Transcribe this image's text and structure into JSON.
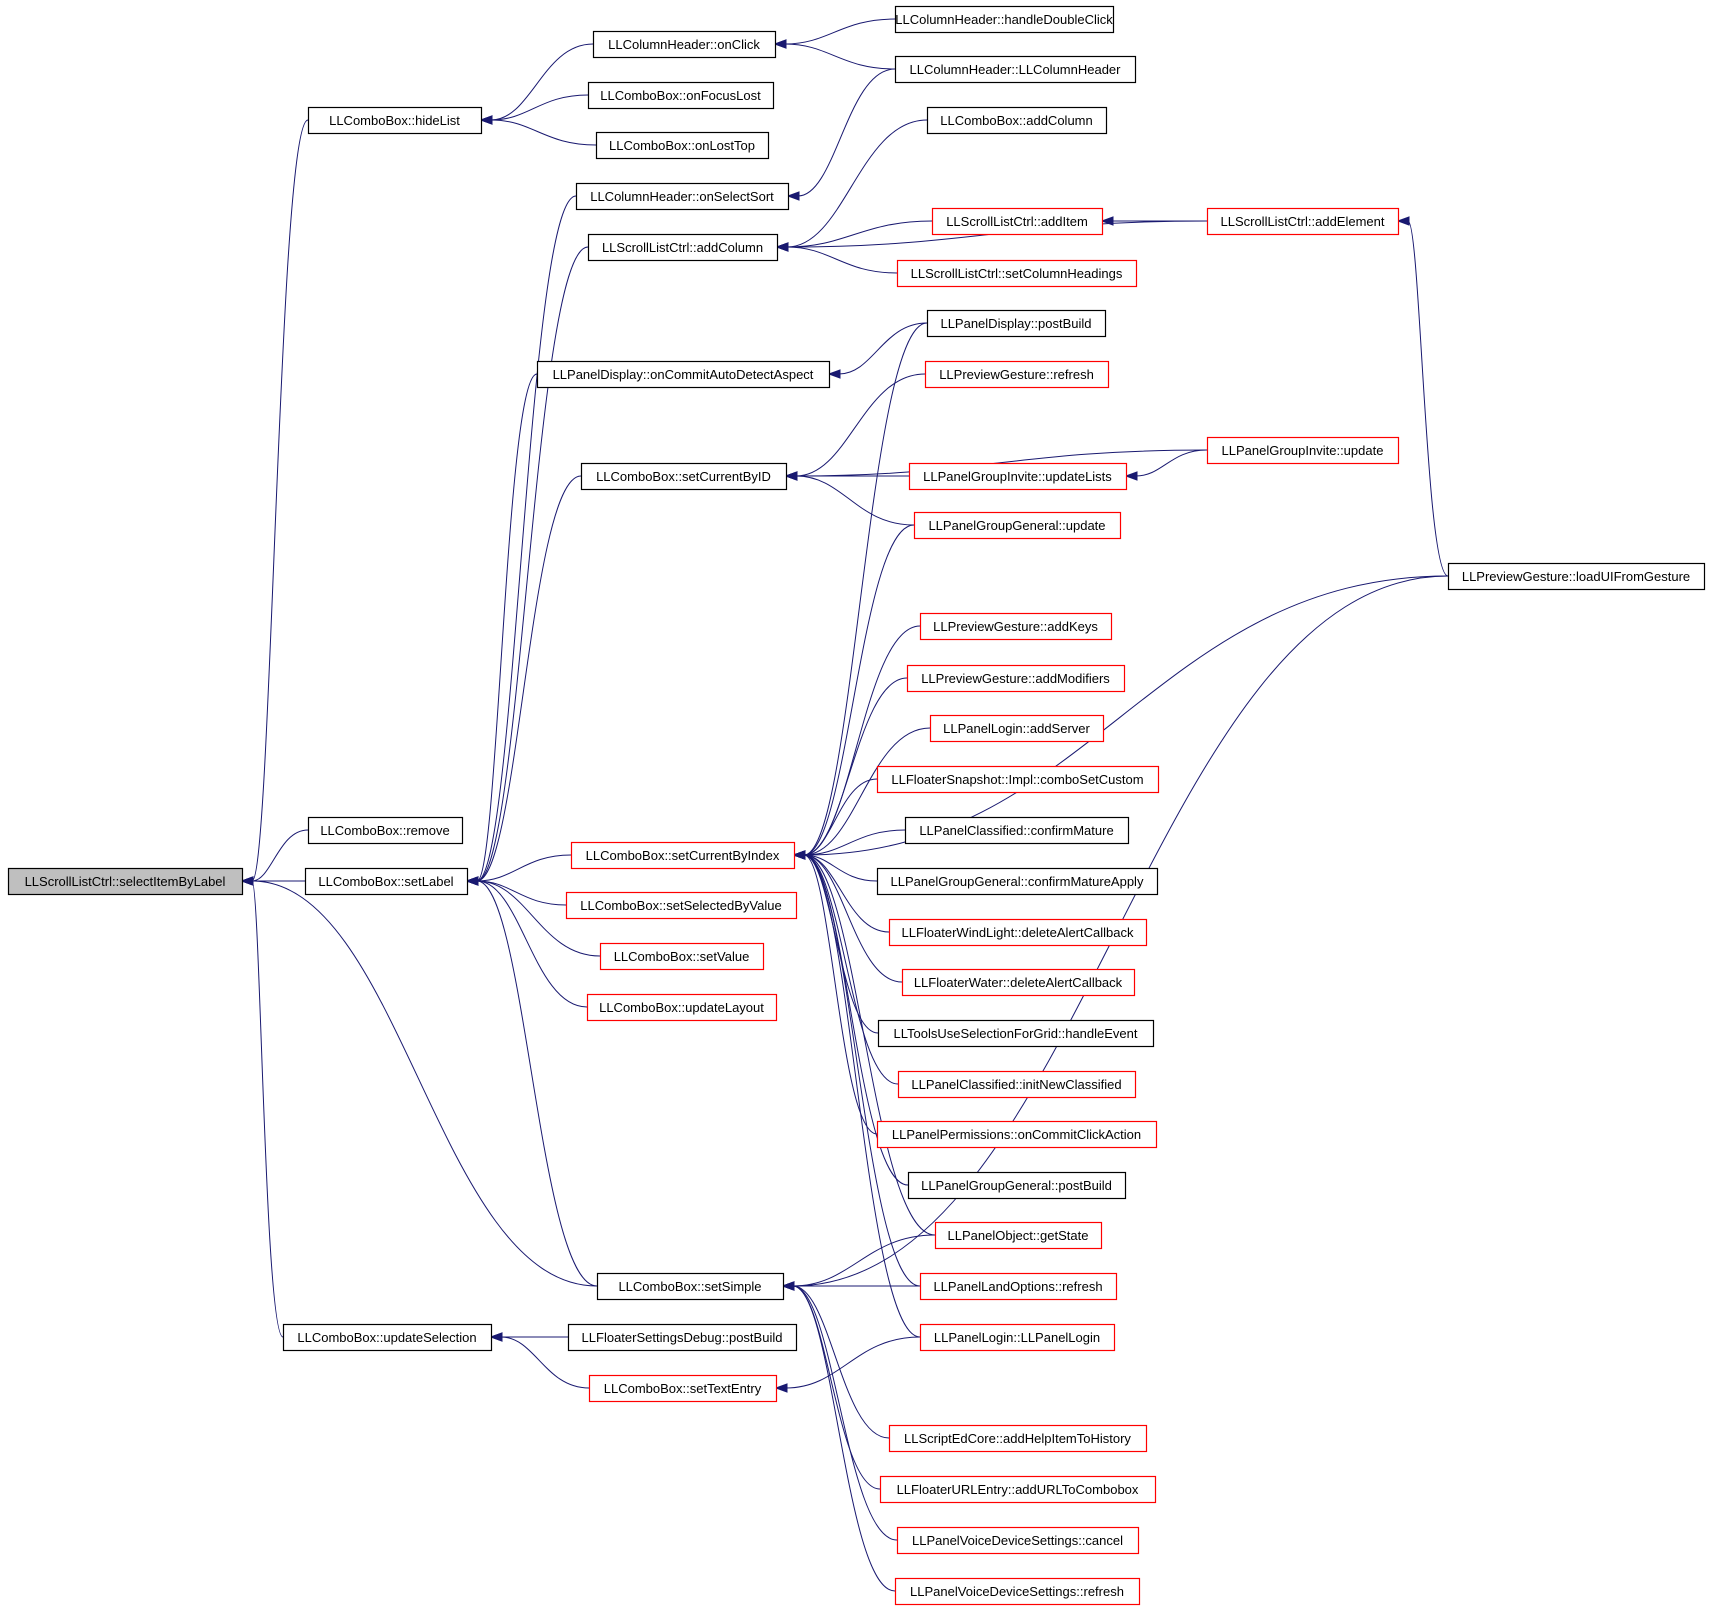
{
  "diagram": {
    "colors": {
      "focus_fill": "#bfbfbf",
      "normal_border": "#000000",
      "truncated_border": "#ff0000",
      "edge": "#191970"
    },
    "nodes": [
      {
        "id": "n0",
        "label": "LLScrollListCtrl::selectItemByLabel",
        "style": "focus"
      },
      {
        "id": "n1",
        "label": "LLComboBox::hideList",
        "style": "normal"
      },
      {
        "id": "n2",
        "label": "LLColumnHeader::onClick",
        "style": "normal"
      },
      {
        "id": "n3",
        "label": "LLColumnHeader::handleDoubleClick",
        "style": "normal"
      },
      {
        "id": "n4",
        "label": "LLColumnHeader::LLColumnHeader",
        "style": "normal"
      },
      {
        "id": "n5",
        "label": "LLComboBox::onFocusLost",
        "style": "normal"
      },
      {
        "id": "n6",
        "label": "LLComboBox::onLostTop",
        "style": "normal"
      },
      {
        "id": "n7",
        "label": "LLComboBox::remove",
        "style": "normal"
      },
      {
        "id": "n8",
        "label": "LLComboBox::setLabel",
        "style": "normal"
      },
      {
        "id": "n9",
        "label": "LLColumnHeader::onSelectSort",
        "style": "normal"
      },
      {
        "id": "n10",
        "label": "LLScrollListCtrl::addColumn",
        "style": "normal"
      },
      {
        "id": "n11",
        "label": "LLComboBox::addColumn",
        "style": "normal"
      },
      {
        "id": "n12",
        "label": "LLScrollListCtrl::addItem",
        "style": "truncated"
      },
      {
        "id": "n13",
        "label": "LLScrollListCtrl::addElement",
        "style": "truncated"
      },
      {
        "id": "n14",
        "label": "LLScrollListCtrl::setColumnHeadings",
        "style": "truncated"
      },
      {
        "id": "n15",
        "label": "LLPreviewGesture::loadUIFromGesture",
        "style": "normal"
      },
      {
        "id": "n16",
        "label": "LLPanelDisplay::onCommitAutoDetectAspect",
        "style": "normal"
      },
      {
        "id": "n17",
        "label": "LLPanelDisplay::postBuild",
        "style": "normal"
      },
      {
        "id": "n18",
        "label": "LLComboBox::setCurrentByID",
        "style": "normal"
      },
      {
        "id": "n19",
        "label": "LLPreviewGesture::refresh",
        "style": "truncated"
      },
      {
        "id": "n20",
        "label": "LLPanelGroupInvite::update",
        "style": "truncated"
      },
      {
        "id": "n21",
        "label": "LLPanelGroupInvite::updateLists",
        "style": "truncated"
      },
      {
        "id": "n22",
        "label": "LLPanelGroupGeneral::update",
        "style": "truncated"
      },
      {
        "id": "n23",
        "label": "LLComboBox::setCurrentByIndex",
        "style": "truncated"
      },
      {
        "id": "n24",
        "label": "LLPreviewGesture::addKeys",
        "style": "truncated"
      },
      {
        "id": "n25",
        "label": "LLPreviewGesture::addModifiers",
        "style": "truncated"
      },
      {
        "id": "n26",
        "label": "LLPanelLogin::addServer",
        "style": "truncated"
      },
      {
        "id": "n27",
        "label": "LLFloaterSnapshot::Impl::comboSetCustom",
        "style": "truncated"
      },
      {
        "id": "n28",
        "label": "LLPanelClassified::confirmMature",
        "style": "normal"
      },
      {
        "id": "n29",
        "label": "LLPanelGroupGeneral::confirmMatureApply",
        "style": "normal"
      },
      {
        "id": "n30",
        "label": "LLFloaterWindLight::deleteAlertCallback",
        "style": "truncated"
      },
      {
        "id": "n31",
        "label": "LLFloaterWater::deleteAlertCallback",
        "style": "truncated"
      },
      {
        "id": "n32",
        "label": "LLToolsUseSelectionForGrid::handleEvent",
        "style": "normal"
      },
      {
        "id": "n33",
        "label": "LLPanelClassified::initNewClassified",
        "style": "truncated"
      },
      {
        "id": "n34",
        "label": "LLPanelPermissions::onCommitClickAction",
        "style": "truncated"
      },
      {
        "id": "n35",
        "label": "LLPanelGroupGeneral::postBuild",
        "style": "normal"
      },
      {
        "id": "n36",
        "label": "LLPanelObject::getState",
        "style": "truncated"
      },
      {
        "id": "n37",
        "label": "LLPanelLandOptions::refresh",
        "style": "truncated"
      },
      {
        "id": "n38",
        "label": "LLPanelLogin::LLPanelLogin",
        "style": "truncated"
      },
      {
        "id": "n39",
        "label": "LLComboBox::setSelectedByValue",
        "style": "truncated"
      },
      {
        "id": "n40",
        "label": "LLComboBox::setValue",
        "style": "truncated"
      },
      {
        "id": "n41",
        "label": "LLComboBox::updateLayout",
        "style": "truncated"
      },
      {
        "id": "n42",
        "label": "LLComboBox::setSimple",
        "style": "normal"
      },
      {
        "id": "n43",
        "label": "LLComboBox::updateSelection",
        "style": "normal"
      },
      {
        "id": "n44",
        "label": "LLFloaterSettingsDebug::postBuild",
        "style": "normal"
      },
      {
        "id": "n45",
        "label": "LLComboBox::setTextEntry",
        "style": "truncated"
      },
      {
        "id": "n46",
        "label": "LLScriptEdCore::addHelpItemToHistory",
        "style": "truncated"
      },
      {
        "id": "n47",
        "label": "LLFloaterURLEntry::addURLToCombobox",
        "style": "truncated"
      },
      {
        "id": "n48",
        "label": "LLPanelVoiceDeviceSettings::cancel",
        "style": "truncated"
      },
      {
        "id": "n49",
        "label": "LLPanelVoiceDeviceSettings::refresh",
        "style": "truncated"
      }
    ],
    "edges": [
      [
        "n1",
        "n0"
      ],
      [
        "n7",
        "n0"
      ],
      [
        "n8",
        "n0"
      ],
      [
        "n42",
        "n0"
      ],
      [
        "n43",
        "n0"
      ],
      [
        "n2",
        "n1"
      ],
      [
        "n5",
        "n1"
      ],
      [
        "n6",
        "n1"
      ],
      [
        "n3",
        "n2"
      ],
      [
        "n4",
        "n2"
      ],
      [
        "n4",
        "n9"
      ],
      [
        "n11",
        "n10"
      ],
      [
        "n12",
        "n10"
      ],
      [
        "n13",
        "n10"
      ],
      [
        "n14",
        "n10"
      ],
      [
        "n13",
        "n12"
      ],
      [
        "n15",
        "n13"
      ],
      [
        "n17",
        "n16"
      ],
      [
        "n19",
        "n18"
      ],
      [
        "n20",
        "n18"
      ],
      [
        "n21",
        "n18"
      ],
      [
        "n22",
        "n18"
      ],
      [
        "n20",
        "n21"
      ],
      [
        "n9",
        "n8"
      ],
      [
        "n10",
        "n8"
      ],
      [
        "n16",
        "n8"
      ],
      [
        "n18",
        "n8"
      ],
      [
        "n23",
        "n8"
      ],
      [
        "n39",
        "n8"
      ],
      [
        "n40",
        "n8"
      ],
      [
        "n41",
        "n8"
      ],
      [
        "n42",
        "n8"
      ],
      [
        "n17",
        "n23"
      ],
      [
        "n22",
        "n23"
      ],
      [
        "n15",
        "n23"
      ],
      [
        "n24",
        "n23"
      ],
      [
        "n25",
        "n23"
      ],
      [
        "n26",
        "n23"
      ],
      [
        "n27",
        "n23"
      ],
      [
        "n28",
        "n23"
      ],
      [
        "n29",
        "n23"
      ],
      [
        "n30",
        "n23"
      ],
      [
        "n31",
        "n23"
      ],
      [
        "n32",
        "n23"
      ],
      [
        "n33",
        "n23"
      ],
      [
        "n34",
        "n23"
      ],
      [
        "n35",
        "n23"
      ],
      [
        "n36",
        "n23"
      ],
      [
        "n37",
        "n23"
      ],
      [
        "n38",
        "n23"
      ],
      [
        "n36",
        "n42"
      ],
      [
        "n37",
        "n42"
      ],
      [
        "n15",
        "n42"
      ],
      [
        "n46",
        "n42"
      ],
      [
        "n47",
        "n42"
      ],
      [
        "n48",
        "n42"
      ],
      [
        "n49",
        "n42"
      ],
      [
        "n44",
        "n43"
      ],
      [
        "n45",
        "n43"
      ],
      [
        "n38",
        "n45"
      ]
    ]
  }
}
